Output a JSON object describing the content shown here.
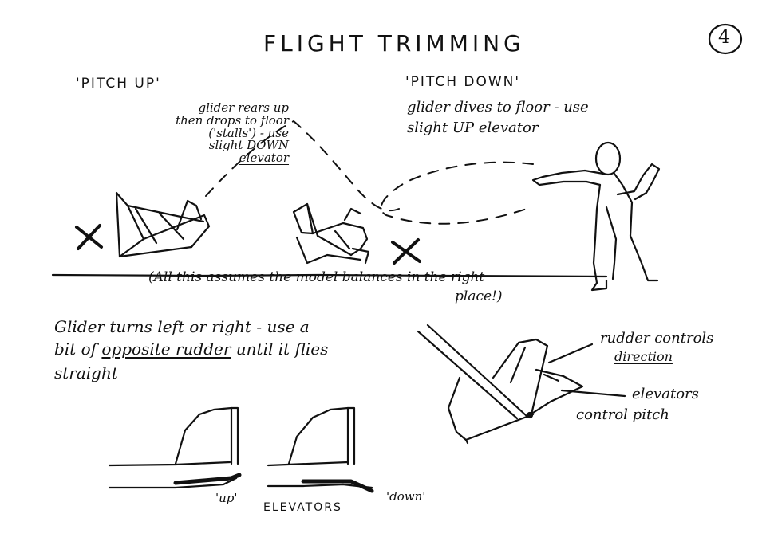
{
  "page": {
    "title": "FLIGHT TRIMMING",
    "page_number": "4"
  },
  "pitch_up": {
    "heading": "'PITCH UP'",
    "note_lines": [
      "glider rears up",
      "then drops to floor",
      "('stalls') - use",
      "slight DOWN",
      "elevator"
    ]
  },
  "pitch_down": {
    "heading": "'PITCH DOWN'",
    "note_line1": "glider dives to floor - use",
    "note_line2_prefix": "slight ",
    "note_line2_underlined": "UP elevator"
  },
  "balance_note": {
    "line1": "(All this assumes the model balances in the right",
    "line2": "place!)"
  },
  "turn_note": {
    "line1": "Glider turns left or right - use a",
    "line2_prefix": "bit of ",
    "line2_underlined": "opposite rudder",
    "line2_suffix": " until it flies",
    "line3": "straight"
  },
  "tail_labels": {
    "rudder_line1": "rudder controls",
    "rudder_line2": "direction",
    "elevators_line1": "elevators",
    "elevators_line2_prefix": "control ",
    "elevators_line2_underlined": "pitch"
  },
  "elevator_diagram": {
    "caption": "ELEVATORS",
    "up_label": "'up'",
    "down_label": "'down'"
  },
  "marks": {
    "cross_left": "✕",
    "cross_right": "✕"
  }
}
